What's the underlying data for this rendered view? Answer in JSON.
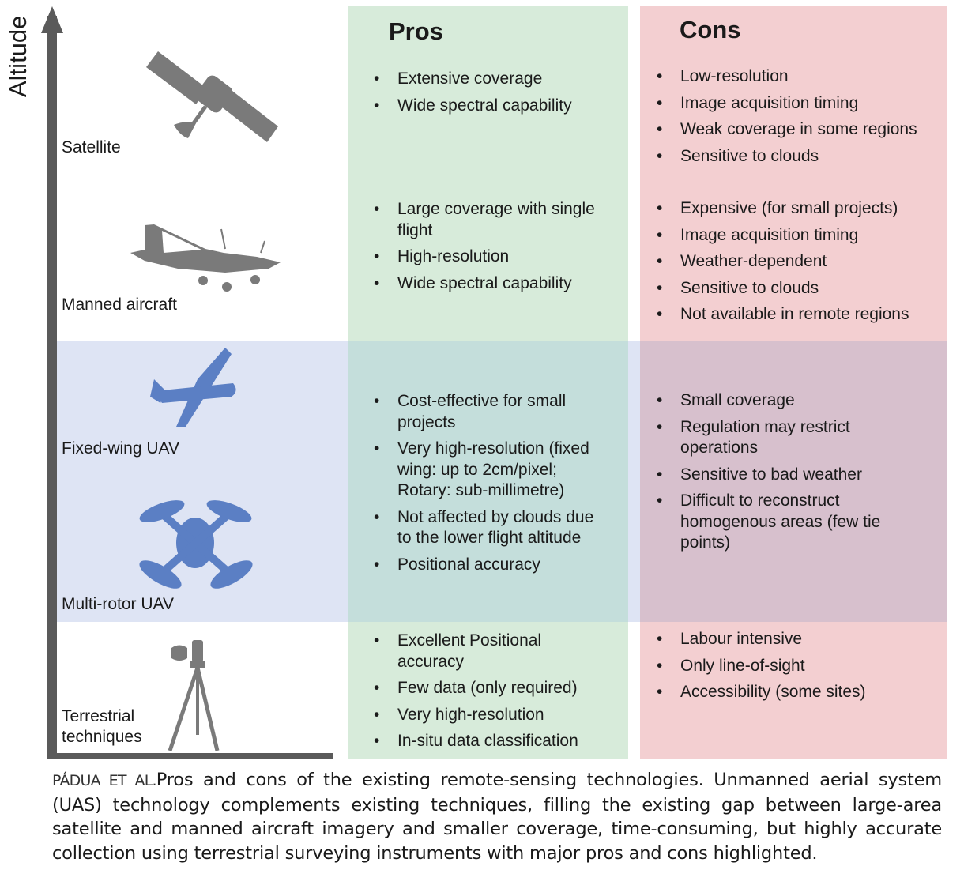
{
  "axis_label": "Altitude",
  "headers": {
    "pros": "Pros",
    "cons": "Cons"
  },
  "rows": [
    {
      "label": "Satellite",
      "pros": [
        "Extensive coverage",
        "Wide spectral capability"
      ],
      "cons": [
        "Low-resolution",
        "Image acquisition timing",
        "Weak coverage in some regions",
        "Sensitive to clouds"
      ]
    },
    {
      "label": "Manned aircraft",
      "pros": [
        "Large coverage with single flight",
        "High-resolution",
        "Wide spectral capability"
      ],
      "cons": [
        "Expensive (for small projects)",
        "Image acquisition timing",
        "Weather-dependent",
        "Sensitive to clouds",
        "Not available in remote regions"
      ]
    },
    {
      "label": "Fixed-wing UAV",
      "label2": "Multi-rotor UAV",
      "pros": [
        "Cost-effective for small projects",
        "Very high-resolution (fixed wing: up to 2cm/pixel; Rotary: sub-millimetre)",
        "Not affected by clouds due to the lower flight altitude",
        "Positional accuracy"
      ],
      "cons": [
        "Small coverage",
        "Regulation may restrict operations",
        "Sensitive to bad weather",
        "Difficult to reconstruct homogenous areas (few tie points)"
      ]
    },
    {
      "label": "Terrestrial techniques",
      "pros": [
        "Excellent Positional accuracy",
        "Few data (only required)",
        "Very high-resolution",
        "In-situ data classification"
      ],
      "cons": [
        "Labour intensive",
        "Only line-of-sight",
        "Accessibility (some sites)"
      ]
    }
  ],
  "caption": {
    "author": "PÁDUA ET AL.",
    "text": "Pros and cons of the existing remote-sensing technologies. Unmanned aerial system (UAS) technology complements existing techniques, filling the existing gap between large-area satellite and manned aircraft imagery and smaller coverage, time-consuming, but highly accurate collection using terrestrial surveying instruments with major pros and cons highlighted."
  },
  "colors": {
    "pros": "#d7ebda",
    "cons": "#f3cfd1",
    "uav_band": "#dde2f0",
    "icon_gray": "#7a7a7a",
    "icon_blue": "#5b7fc4"
  }
}
